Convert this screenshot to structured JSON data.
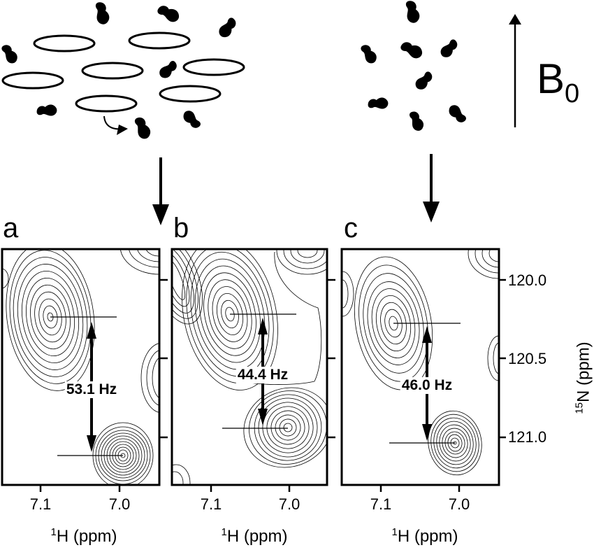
{
  "chart_data": {
    "type": "contour",
    "title": "",
    "panels": [
      {
        "label": "a",
        "coupling_label": "53.1 Hz",
        "coupling_hz": 53.1,
        "peak_upper": {
          "h_ppm": 7.08,
          "n_ppm": 120.24
        },
        "peak_lower": {
          "h_ppm": 7.0,
          "n_ppm": 121.12
        },
        "condition": "aligned medium (bicelles/phage) shown above"
      },
      {
        "label": "b",
        "coupling_label": "44.4 Hz",
        "coupling_hz": 44.4,
        "peak_upper": {
          "h_ppm": 7.08,
          "n_ppm": 120.22
        },
        "peak_lower": {
          "h_ppm": 7.0,
          "n_ppm": 120.95
        }
      },
      {
        "label": "c",
        "coupling_label": "46.0 Hz",
        "coupling_hz": 46.0,
        "peak_upper": {
          "h_ppm": 7.08,
          "n_ppm": 120.28
        },
        "peak_lower": {
          "h_ppm": 7.0,
          "n_ppm": 121.04
        },
        "condition": "isotropic tumbling shown above"
      }
    ],
    "xlabel": "1H  (ppm)",
    "ylabel": "15N  (ppm)",
    "x_ticks": [
      "7.1",
      "7.0"
    ],
    "y_ticks": [
      "120.0",
      "120.5",
      "121.0"
    ],
    "xlim": [
      7.16,
      6.95
    ],
    "ylim": [
      119.75,
      121.3
    ]
  },
  "figure": {
    "panel_letters": [
      "a",
      "b",
      "c"
    ],
    "x_tick_labels": [
      "7.1",
      "7.0"
    ],
    "y_tick_labels": [
      "120.0",
      "120.5",
      "121.0"
    ],
    "xlabel_sup": "1",
    "xlabel_main": "H  (ppm)",
    "ylabel_sup": "15",
    "ylabel_main": "N  (ppm)",
    "couplings": [
      "53.1 Hz",
      "44.4 Hz",
      "46.0 Hz"
    ],
    "field_label_main": "B",
    "field_label_sub": "0"
  }
}
